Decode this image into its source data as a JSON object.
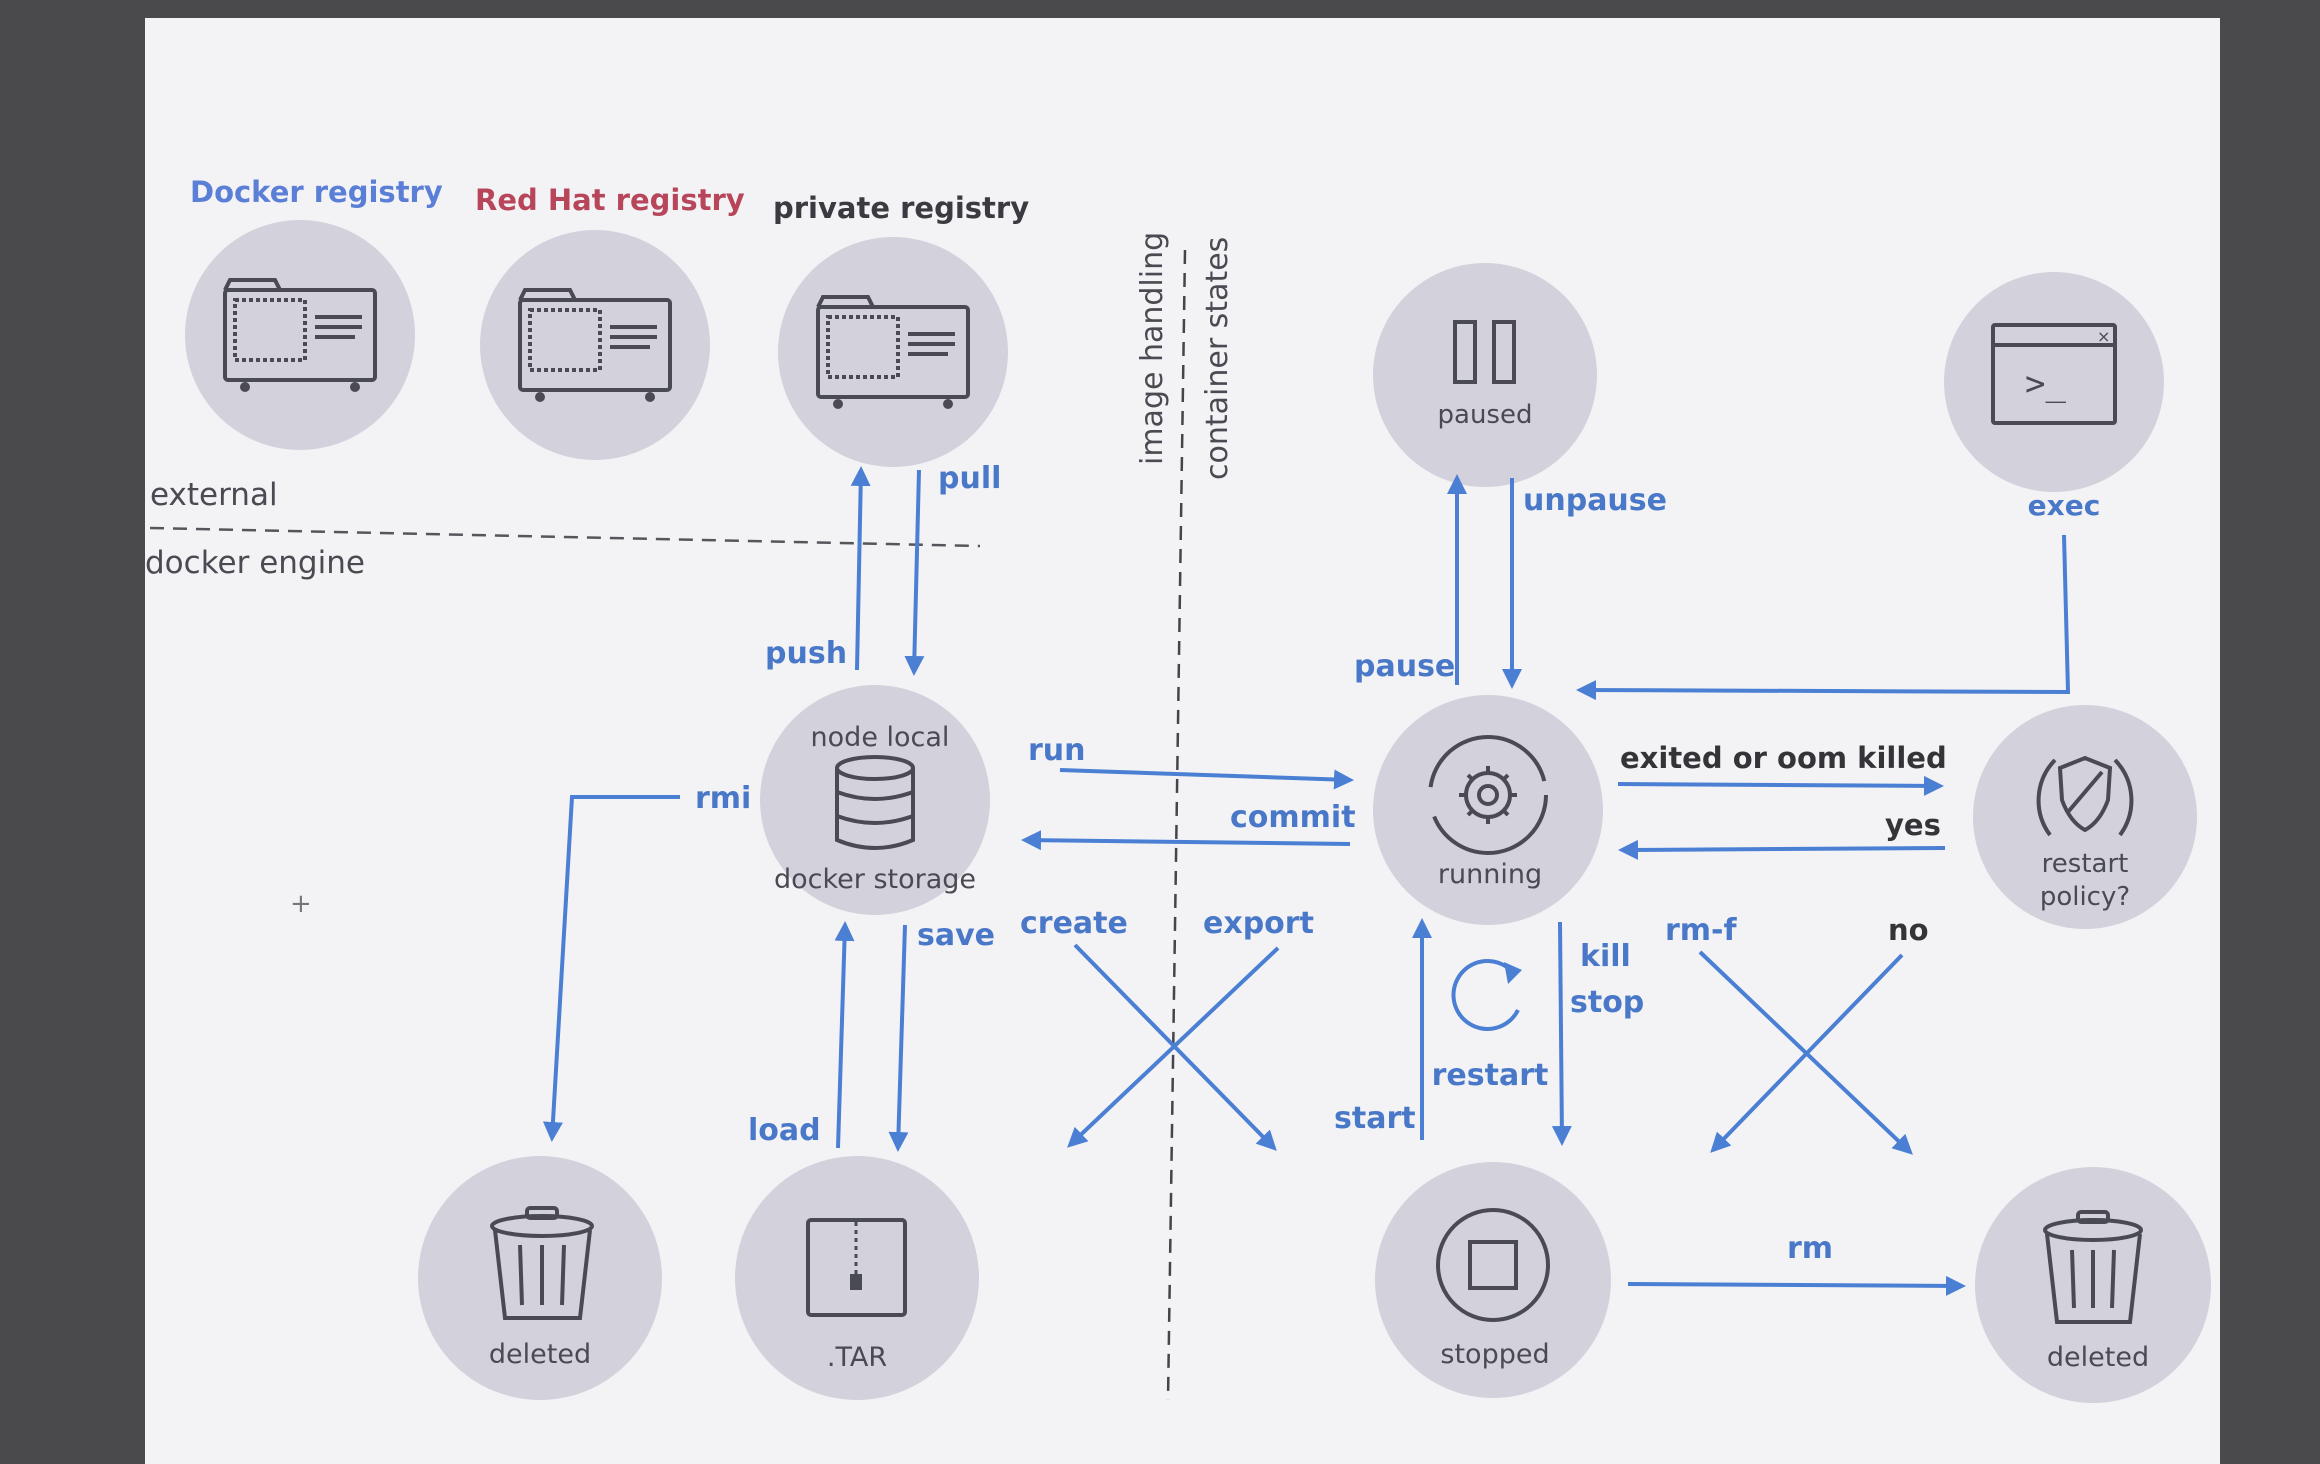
{
  "registries": {
    "docker": "Docker registry",
    "redhat": "Red Hat registry",
    "private": "private registry"
  },
  "zones": {
    "external": "external",
    "engine": "docker engine",
    "image_handling": "image handling",
    "container_states": "container states"
  },
  "nodes": {
    "paused": "paused",
    "exec": "exec",
    "storage_top": "node local",
    "storage_bottom": "docker storage",
    "running": "running",
    "restart_policy_1": "restart",
    "restart_policy_2": "policy?",
    "deleted_image": "deleted",
    "tar": ".TAR",
    "stopped": "stopped",
    "deleted_container": "deleted"
  },
  "edges": {
    "pull": "pull",
    "push": "push",
    "unpause": "unpause",
    "pause": "pause",
    "rmi": "rmi",
    "run": "run",
    "commit": "commit",
    "exited": "exited or oom killed",
    "yes": "yes",
    "save": "save",
    "load": "load",
    "create": "create",
    "export": "export",
    "kill": "kill",
    "stop": "stop",
    "restart": "restart",
    "start": "start",
    "rm_f": "rm-f",
    "no": "no",
    "rm": "rm"
  },
  "colors": {
    "arrow": "#4a7fd4",
    "docker_registry": "#5b7fd6",
    "redhat_registry": "#b8465a",
    "node_fill": "#d3d2dc"
  },
  "icons": {
    "registry": "registry-server-icon",
    "paused": "pause-icon",
    "exec": "terminal-icon",
    "storage": "database-icon",
    "running": "gear-icon",
    "restart_policy": "shield-icon",
    "deleted": "trash-icon",
    "tar": "archive-icon",
    "stopped": "stop-icon",
    "restart": "refresh-icon"
  }
}
